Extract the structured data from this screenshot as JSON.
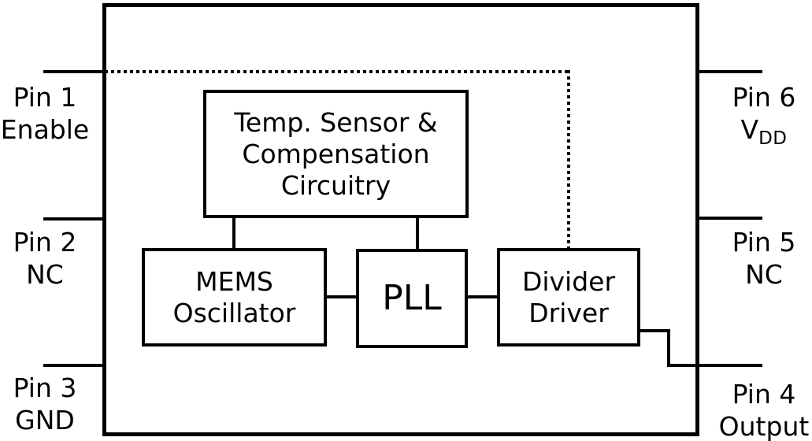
{
  "diagram": {
    "kind": "chip-block-diagram",
    "colors": {
      "line": "#000000",
      "background": "#ffffff",
      "text": "#000000"
    },
    "pins": {
      "left": [
        {
          "number": "Pin 1",
          "label": "Enable"
        },
        {
          "number": "Pin 2",
          "label": "NC"
        },
        {
          "number": "Pin 3",
          "label": "GND"
        }
      ],
      "right": [
        {
          "number": "Pin 6",
          "label": "V",
          "label_subscript": "DD"
        },
        {
          "number": "Pin 5",
          "label": "NC"
        },
        {
          "number": "Pin 4",
          "label": "Output"
        }
      ]
    },
    "blocks": {
      "temp_sensor": {
        "lines": [
          "Temp. Sensor &",
          "Compensation",
          "Circuitry"
        ]
      },
      "mems_oscillator": {
        "lines": [
          "MEMS",
          "Oscillator"
        ]
      },
      "pll": {
        "label": "PLL"
      },
      "divider_driver": {
        "lines": [
          "Divider",
          "Driver"
        ]
      }
    },
    "wires": {
      "enable_line_style": "dotted",
      "signal_line_style": "solid"
    }
  }
}
